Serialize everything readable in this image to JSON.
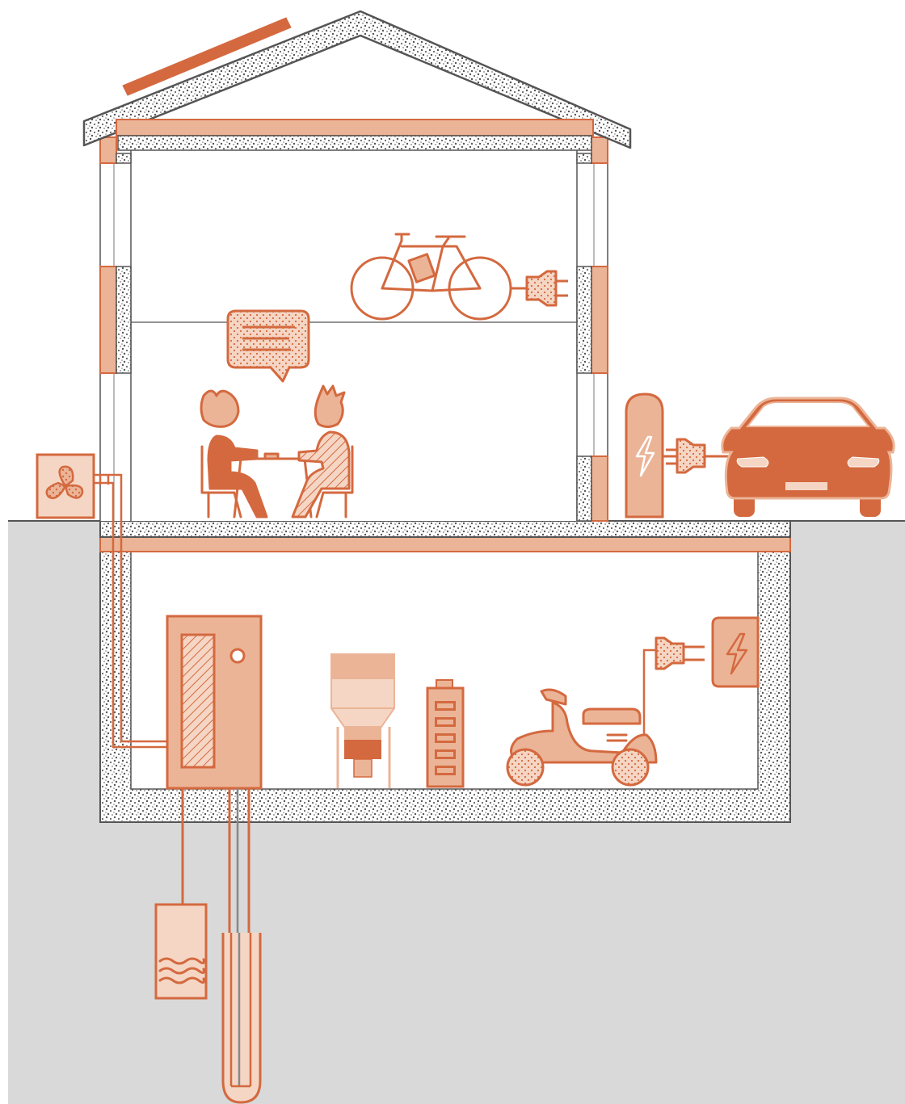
{
  "diagram": {
    "labels": []
  },
  "components": [
    {
      "id": "solar-panel",
      "icon": "solar-panel-icon"
    },
    {
      "id": "e-bike",
      "icon": "bicycle-icon",
      "charging": true
    },
    {
      "id": "speech-bubble",
      "icon": "speech-bubble-icon"
    },
    {
      "id": "people-at-table",
      "icon": "people-icon"
    },
    {
      "id": "air-heat-pump-unit",
      "icon": "fan-icon"
    },
    {
      "id": "wall-charger",
      "icon": "charging-station-icon"
    },
    {
      "id": "electric-car",
      "icon": "car-icon",
      "charging": true
    },
    {
      "id": "heat-pump",
      "icon": "heat-pump-icon"
    },
    {
      "id": "pellet-boiler",
      "icon": "boiler-icon"
    },
    {
      "id": "home-battery",
      "icon": "battery-icon"
    },
    {
      "id": "e-scooter",
      "icon": "scooter-icon",
      "charging": true
    },
    {
      "id": "wall-box",
      "icon": "lightning-icon"
    },
    {
      "id": "storage-tank",
      "icon": "water-tank-icon"
    },
    {
      "id": "ground-probe",
      "icon": "geothermal-probe-icon"
    }
  ],
  "colors": {
    "accent": "#d4693f",
    "accent_light": "#ebb497",
    "accent_pale": "#f5d6c4",
    "ground": "#d9d9d9",
    "insulation_outline": "#5a5a5a",
    "background": "#ffffff"
  }
}
